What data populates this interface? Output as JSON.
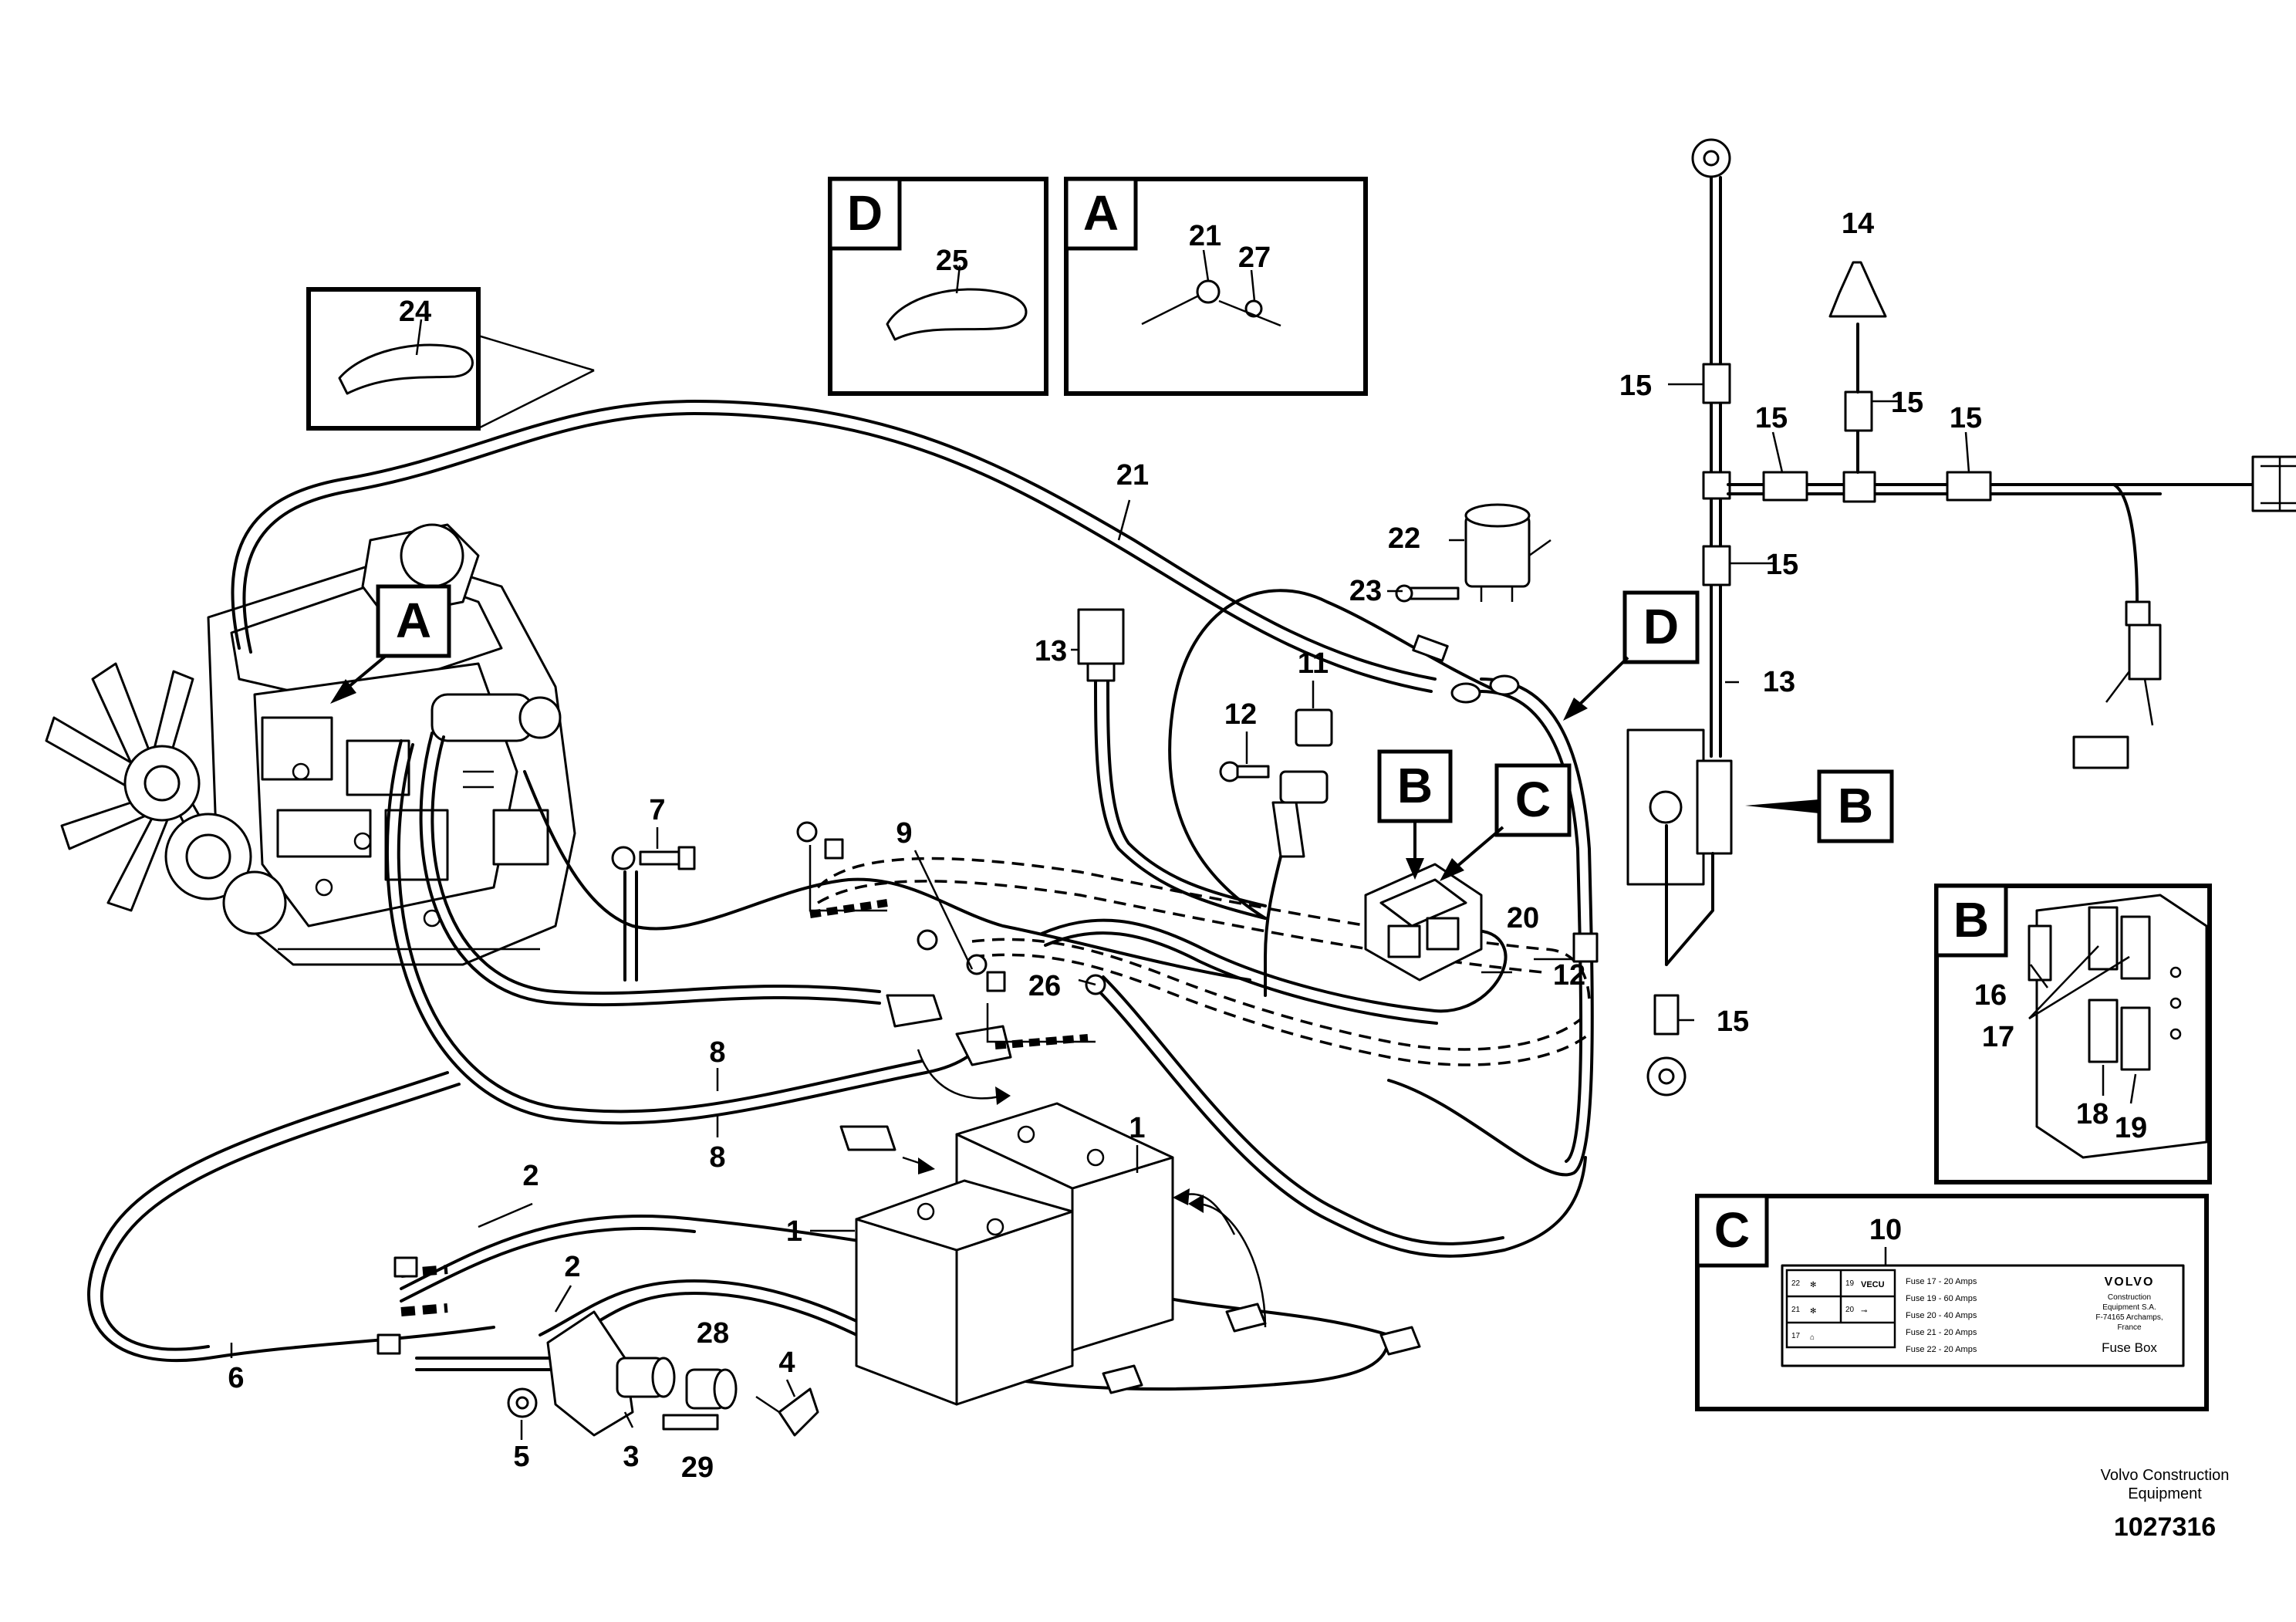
{
  "callouts": {
    "n1a": "1",
    "n1b": "1",
    "n2a": "2",
    "n2b": "2",
    "n3": "3",
    "n4": "4",
    "n5": "5",
    "n6": "6",
    "n7": "7",
    "n8a": "8",
    "n8b": "8",
    "n9": "9",
    "n10": "10",
    "n11": "11",
    "n12a": "12",
    "n12b": "12",
    "n13a": "13",
    "n13b": "13",
    "n14": "14",
    "n15a": "15",
    "n15b": "15",
    "n15c": "15",
    "n15d": "15",
    "n15e": "15",
    "n15f": "15",
    "n16": "16",
    "n17": "17",
    "n18": "18",
    "n19": "19",
    "n20": "20",
    "n21a": "21",
    "n21b": "21",
    "n22": "22",
    "n23": "23",
    "n24": "24",
    "n25": "25",
    "n26": "26",
    "n27": "27",
    "n28": "28",
    "n29": "29"
  },
  "view_tags": {
    "a_engine": "A",
    "b_fusebox": "B",
    "c_fusebox": "C",
    "d_harness": "D",
    "b_relay": "B"
  },
  "detail_panels": {
    "d": "D",
    "a": "A",
    "b": "B",
    "c": "C"
  },
  "fuse_label": {
    "slots": [
      "22",
      "19",
      "21",
      "20",
      "17"
    ],
    "vecu": "VECU",
    "fuses": [
      "Fuse 17 - 20 Amps",
      "Fuse 19 - 60 Amps",
      "Fuse 20 - 40 Amps",
      "Fuse 21 - 20 Amps",
      "Fuse 22 - 20 Amps"
    ],
    "brand": "VOLVO",
    "company": [
      "Construction",
      "Equipment S.A.",
      "F-74165 Archamps,",
      "France"
    ],
    "title": "Fuse Box"
  },
  "footer": {
    "company_line1": "Volvo Construction",
    "company_line2": "Equipment",
    "doc_number": "1027316"
  }
}
